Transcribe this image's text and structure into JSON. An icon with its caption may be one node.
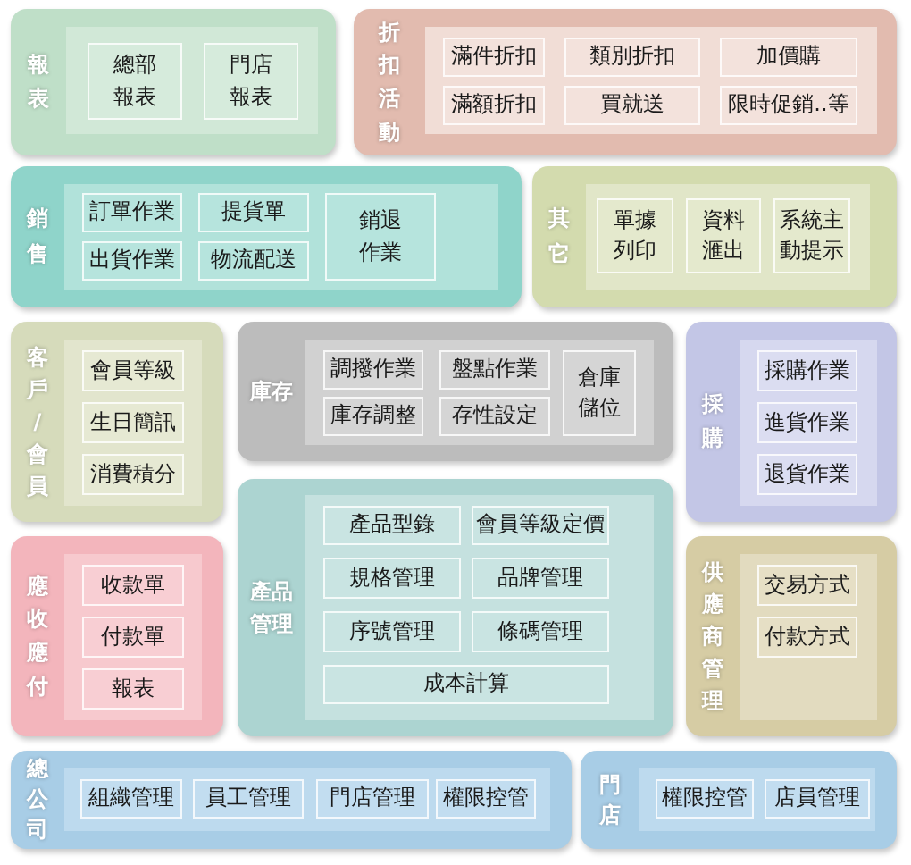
{
  "diagram": {
    "nodes": [
      {
        "text": [
          "報表"
        ]
      },
      {
        "text": [
          "總部報表"
        ],
        "in": 0
      },
      {
        "text": [
          "門店報表"
        ],
        "in": 0
      },
      {
        "text": [
          "折扣活動"
        ]
      },
      {
        "text": [
          "滿件折扣"
        ],
        "in": 3
      },
      {
        "text": [
          "類別折扣"
        ],
        "in": 3
      },
      {
        "text": [
          "加價購"
        ],
        "in": 3
      },
      {
        "text": [
          "滿額折扣"
        ],
        "in": 3
      },
      {
        "text": [
          "買就送"
        ],
        "in": 3
      },
      {
        "text": [
          "限時促銷..等"
        ],
        "in": 3
      },
      {
        "text": [
          "銷售"
        ]
      },
      {
        "text": [
          "訂單作業"
        ],
        "in": 10
      },
      {
        "text": [
          "提貨單"
        ],
        "in": 10
      },
      {
        "text": [
          "銷退作業"
        ],
        "in": 10
      },
      {
        "text": [
          "出貨作業"
        ],
        "in": 10
      },
      {
        "text": [
          "物流配送"
        ],
        "in": 10
      },
      {
        "text": [
          "其它"
        ]
      },
      {
        "text": [
          "單據列印"
        ],
        "in": 16
      },
      {
        "text": [
          "資料滙出"
        ],
        "in": 16
      },
      {
        "text": [
          "系統主動提示"
        ],
        "in": 16
      },
      {
        "text": [
          "客戶/會員"
        ]
      },
      {
        "text": [
          "會員等級"
        ],
        "in": 20
      },
      {
        "text": [
          "生日簡訊"
        ],
        "in": 20
      },
      {
        "text": [
          "消費積分"
        ],
        "in": 20
      },
      {
        "text": [
          "庫存"
        ]
      },
      {
        "text": [
          "調撥作業"
        ],
        "in": 24
      },
      {
        "text": [
          "盤點作業"
        ],
        "in": 24
      },
      {
        "text": [
          "倉庫儲位"
        ],
        "in": 24
      },
      {
        "text": [
          "庫存調整"
        ],
        "in": 24
      },
      {
        "text": [
          "存性設定"
        ],
        "in": 24
      },
      {
        "text": [
          "採購"
        ]
      },
      {
        "text": [
          "採購作業"
        ],
        "in": 30
      },
      {
        "text": [
          "進貨作業"
        ],
        "in": 30
      },
      {
        "text": [
          "退貨作業"
        ],
        "in": 30
      },
      {
        "text": [
          "產品管理"
        ]
      },
      {
        "text": [
          "產品型錄"
        ],
        "in": 34
      },
      {
        "text": [
          "會員等級定價"
        ],
        "in": 34
      },
      {
        "text": [
          "規格管理"
        ],
        "in": 34
      },
      {
        "text": [
          "品牌管理"
        ],
        "in": 34
      },
      {
        "text": [
          "序號管理"
        ],
        "in": 34
      },
      {
        "text": [
          "條碼管理"
        ],
        "in": 34
      },
      {
        "text": [
          "成本計算"
        ],
        "in": 34
      },
      {
        "text": [
          "應收應付"
        ]
      },
      {
        "text": [
          "收款單"
        ],
        "in": 42
      },
      {
        "text": [
          "付款單"
        ],
        "in": 42
      },
      {
        "text": [
          "報表"
        ],
        "in": 42
      },
      {
        "text": [
          "供應商管理"
        ]
      },
      {
        "text": [
          "交易方式"
        ],
        "in": 46
      },
      {
        "text": [
          "付款方式"
        ],
        "in": 46
      },
      {
        "text": [
          "總公司"
        ]
      },
      {
        "text": [
          "組織管理"
        ],
        "in": 49
      },
      {
        "text": [
          "員工管理"
        ],
        "in": 49
      },
      {
        "text": [
          "門店管理"
        ],
        "in": 49
      },
      {
        "text": [
          "權限控管"
        ],
        "in": 49
      },
      {
        "text": [
          "門店"
        ]
      },
      {
        "text": [
          "權限控管"
        ],
        "in": 54
      },
      {
        "text": [
          "店員管理"
        ],
        "in": 54
      }
    ]
  }
}
